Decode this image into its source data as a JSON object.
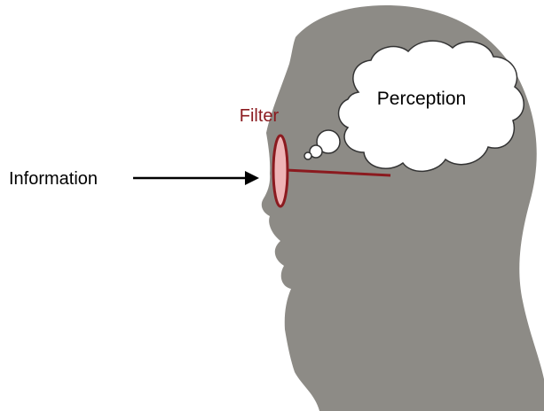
{
  "diagram": {
    "input_label": "Information",
    "filter_label": "Filter",
    "thought_label": "Perception"
  },
  "colors": {
    "head_silhouette": "#8d8b86",
    "filter_accent": "#8b1a1f",
    "filter_fill": "#efb4b6",
    "arrow": "#000000",
    "text": "#000000",
    "cloud_fill": "#ffffff",
    "cloud_stroke": "#333333",
    "background": "#ffffff"
  }
}
